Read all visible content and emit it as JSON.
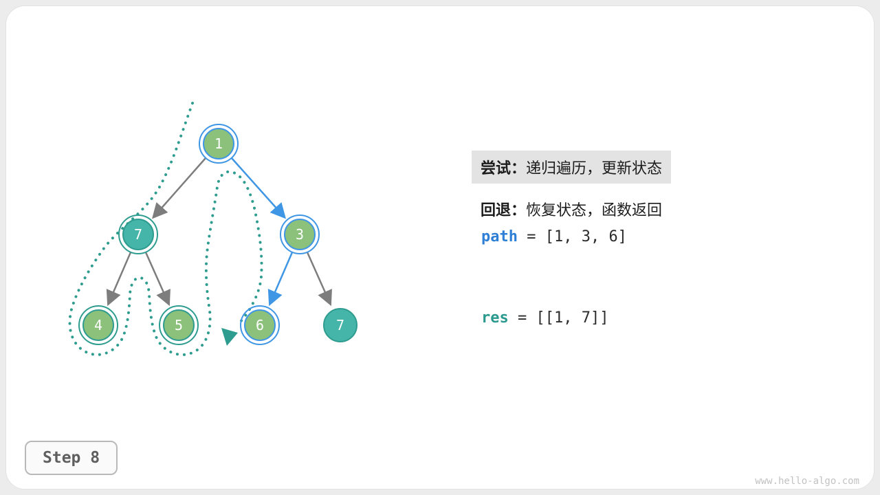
{
  "colors": {
    "node_green_fill": "#8cc17c",
    "node_teal_fill": "#45b5aa",
    "ring_blue": "#3f96e4",
    "ring_teal": "#2e9c8f",
    "edge_gray": "#7d7d7d",
    "edge_blue": "#3f96e4",
    "trace_dotted_teal": "#2e9c8f",
    "highlight_bg": "#e3e3e3"
  },
  "tree": {
    "nodes": [
      {
        "id": "node-1",
        "value": "1"
      },
      {
        "id": "node-7-left",
        "value": "7"
      },
      {
        "id": "node-3",
        "value": "3"
      },
      {
        "id": "node-4",
        "value": "4"
      },
      {
        "id": "node-5",
        "value": "5"
      },
      {
        "id": "node-6",
        "value": "6"
      },
      {
        "id": "node-7-right",
        "value": "7"
      }
    ]
  },
  "panel": {
    "try_label": "尝试：",
    "try_text": "递归遍历，更新状态",
    "back_label": "回退：",
    "back_text": "恢复状态，函数返回",
    "path_name": "path",
    "path_rest": "= [1, 3, 6]",
    "res_name": "res",
    "res_rest": "= [[1, 7]]"
  },
  "footer": {
    "step": "Step 8",
    "watermark": "www.hello-algo.com"
  }
}
